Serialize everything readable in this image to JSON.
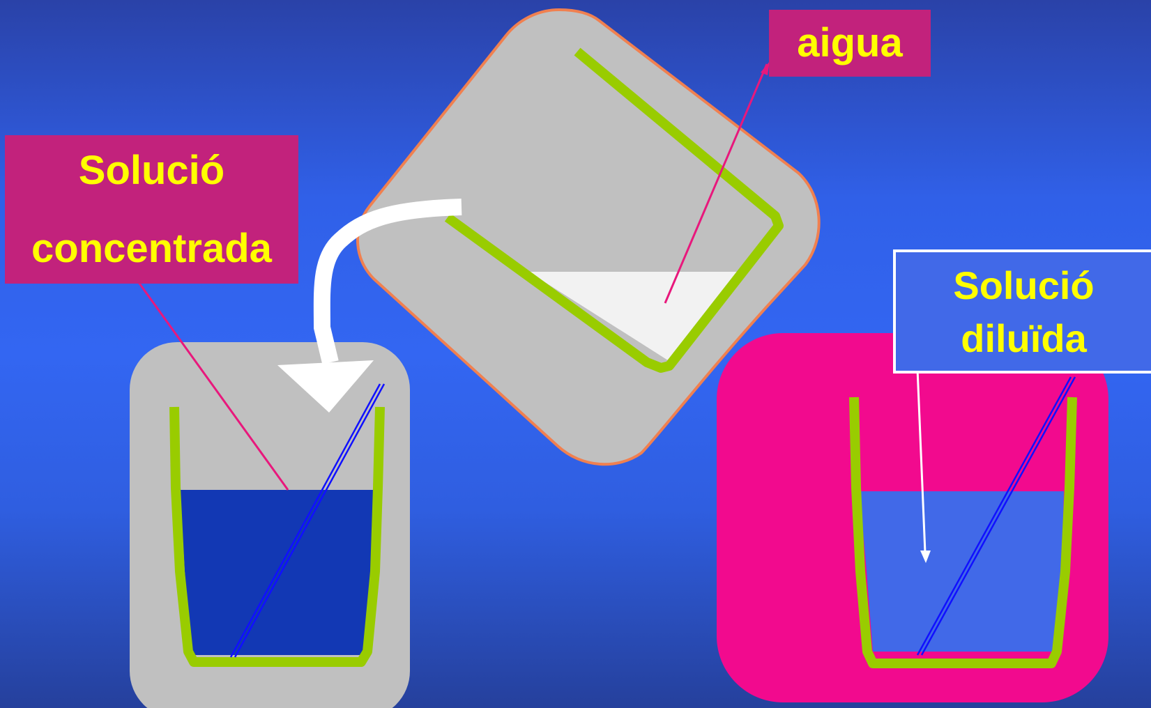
{
  "labels": {
    "water": "aigua",
    "concentrated_line1": "Solució",
    "concentrated_line2": "concentrada",
    "diluted_line1": "Solució",
    "diluted_line2": "diluïda"
  },
  "colors": {
    "background_top": "#2a42a8",
    "background_mid": "#3366f2",
    "label_magenta": "#c2227c",
    "label_text_yellow": "#ffff00",
    "panel_gray": "#c0c0c0",
    "panel_pink": "#f20a8e",
    "beaker_green": "#99cc00",
    "concentrated_liquid": "#1238b4",
    "diluted_liquid": "#4169e8",
    "water_liquid": "#f2f2f2",
    "pointer_magenta": "#e8187c",
    "stirring_rod_blue": "#1010ff",
    "flask_border_orange": "#f08050"
  }
}
